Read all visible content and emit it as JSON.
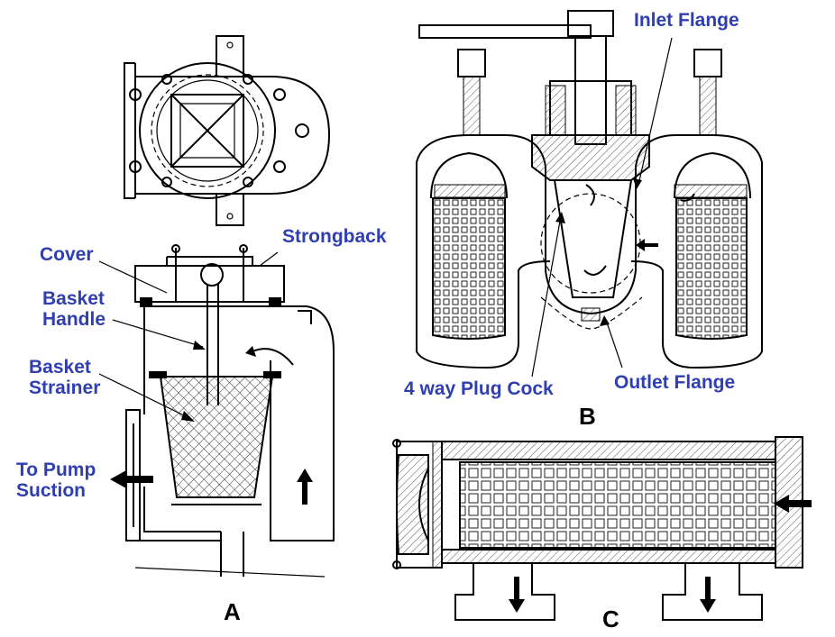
{
  "labels": {
    "cover": "Cover",
    "strongback": "Strongback",
    "basket_handle": "Basket\nHandle",
    "basket_strainer": "Basket\nStrainer",
    "to_pump_suction": "To Pump\nSuction",
    "inlet_flange": "Inlet Flange",
    "four_way_plug_cock": "4 way Plug Cock",
    "outlet_flange": "Outlet Flange"
  },
  "figures": {
    "a": "A",
    "b": "B",
    "c": "C"
  },
  "colors": {
    "label_blue": "#2f3fb0",
    "line": "#000000",
    "hatch": "#555555"
  }
}
